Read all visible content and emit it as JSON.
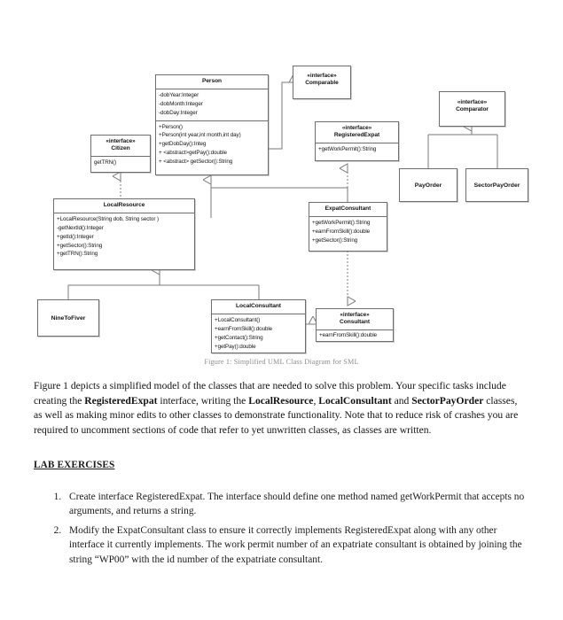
{
  "figure": {
    "caption": "Figure 1: Simplified UML Class Diagram for SML",
    "stereotype": "«interface»",
    "classes": {
      "person": {
        "name": "Person",
        "attributes": [
          "-dobYear:Integer",
          "-dobMonth:Integer",
          "-dobDay:Integer"
        ],
        "operations": [
          "+Person()",
          "+Person(int year,int month,int day)",
          "+getDobDay():Integ",
          "+ <abstract>getPay():double",
          "+ <abstract> getSector():String"
        ]
      },
      "citizen": {
        "stereotype": "«interface»",
        "name": "Citizen",
        "operations": [
          "getTRN()"
        ]
      },
      "comparable": {
        "stereotype": "«interface»",
        "name": "Comparable"
      },
      "registered_expat": {
        "stereotype": "«interface»",
        "name": "RegisteredExpat",
        "operations": [
          "+getWorkPermit():String"
        ]
      },
      "comparator": {
        "stereotype": "«interface»",
        "name": "Comparator"
      },
      "pay_order": {
        "name": "PayOrder"
      },
      "sector_pay_order": {
        "name": "SectorPayOrder"
      },
      "local_resource": {
        "name": "LocalResource",
        "operations": [
          "+LocalResource(String dob, String sector  )",
          "-getNextId():Integer",
          "+getId():Integer",
          "+getSector():String",
          "+getTRN():String"
        ]
      },
      "expat_consultant": {
        "name": "ExpatConsultant",
        "operations": [
          "+getWorkPermit():String",
          "+earnFromSkill():double",
          "+getSector():String"
        ]
      },
      "nine_to_fiver": {
        "name": "NineToFiver"
      },
      "local_consultant": {
        "name": "LocalConsultant",
        "operations": [
          "+LocalConsultant()",
          "+earnFromSkill():double",
          "+getContact():String",
          "+getPay():double"
        ]
      },
      "consultant": {
        "stereotype": "«interface»",
        "name": "Consultant",
        "operations": [
          "+earnFromSkill():double"
        ]
      }
    }
  },
  "body": {
    "paragraph_parts": {
      "p1": "Figure 1 depicts a simplified model of the classes that are needed to solve this problem. Your specific tasks include creating the ",
      "b1": "RegisteredExpat",
      "p2": " interface, writing the ",
      "b2": "LocalResource",
      "p3": ", ",
      "b3": "LocalConsultant",
      "p4": " and ",
      "b4": "SectorPayOrder",
      "p5": " classes, as well as making minor edits to other classes to demonstrate functionality. Note that to reduce risk of crashes you are required to uncomment sections of code that refer to yet unwritten classes,  as classes are written."
    },
    "section_heading": "LAB EXERCISES",
    "exercises": [
      "Create interface RegisteredExpat. The interface should define one method named getWorkPermit that accepts no arguments, and returns a string.",
      "Modify the ExpatConsultant class to ensure it correctly implements RegisteredExpat along with any other interface it currently implements. The work permit number of an expatriate consultant is obtained by joining the string “WP00” with the id number of the expatriate consultant."
    ]
  }
}
